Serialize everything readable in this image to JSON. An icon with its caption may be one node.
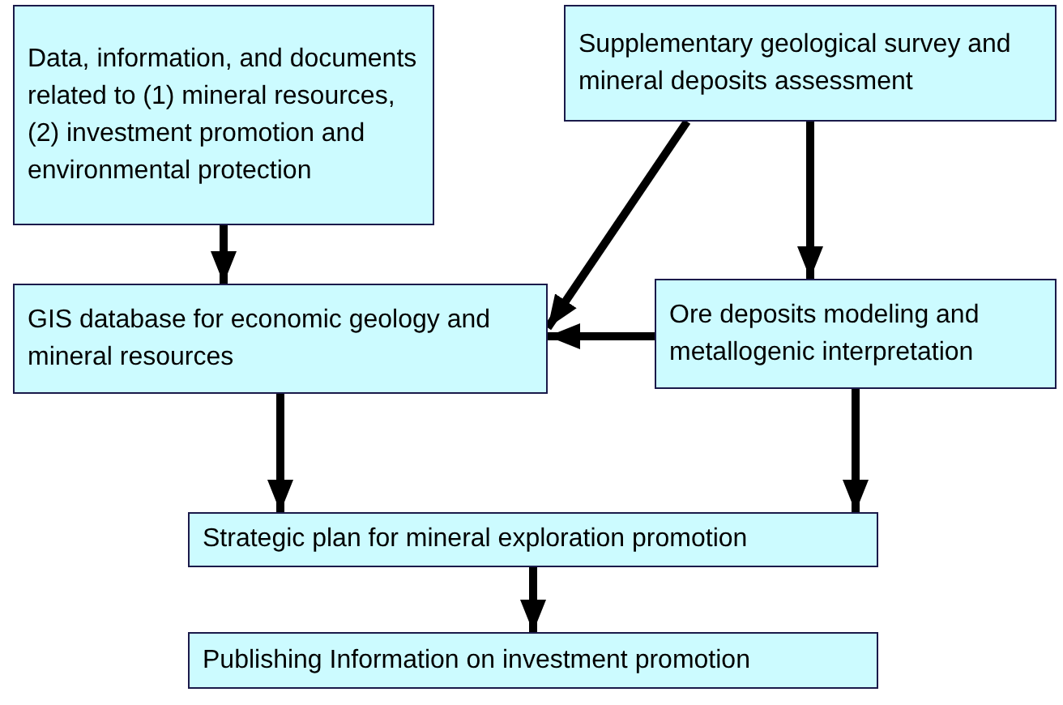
{
  "diagram": {
    "nodes": [
      {
        "text": [
          "Data, information, and documents related to (1) mineral resources, (2) investment promotion and environmental protection"
        ]
      },
      {
        "text": [
          "Supplementary geological survey and mineral deposits assessment"
        ]
      },
      {
        "text": [
          "GIS database for economic geology and mineral resources"
        ]
      },
      {
        "text": [
          "Ore deposits modeling and metallogenic interpretation"
        ]
      },
      {
        "text": [
          "Strategic plan for mineral exploration promotion"
        ]
      },
      {
        "text": [
          "Publishing Information on investment promotion"
        ]
      }
    ],
    "edges": [
      {
        "from": 0,
        "to": 2,
        "arrow": "to"
      },
      {
        "from": 1,
        "to": 2,
        "arrow": "to"
      },
      {
        "from": 1,
        "to": 3,
        "arrow": "to"
      },
      {
        "from": 3,
        "to": 2,
        "arrow": "to"
      },
      {
        "from": 2,
        "to": 4,
        "arrow": "to"
      },
      {
        "from": 3,
        "to": 4,
        "arrow": "to"
      },
      {
        "from": 4,
        "to": 5,
        "arrow": "to"
      }
    ]
  }
}
